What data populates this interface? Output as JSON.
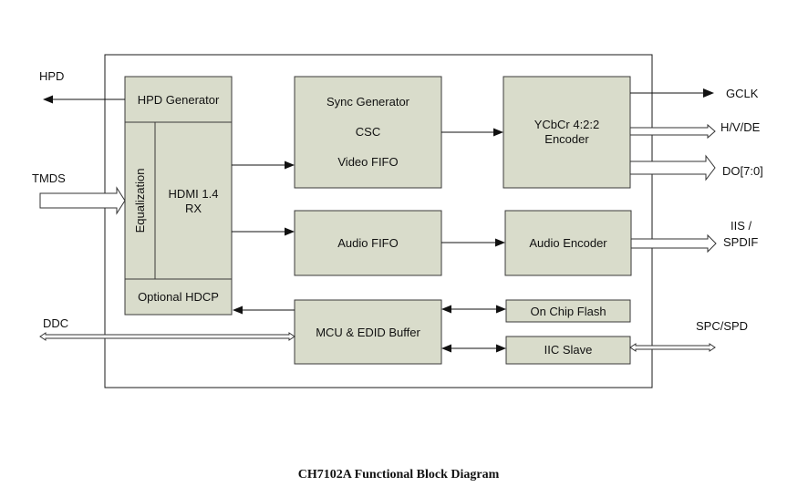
{
  "blocks": {
    "hpd_generator": "HPD Generator",
    "equalization": "Equalization",
    "hdmi_rx_line1": "HDMI 1.4",
    "hdmi_rx_line2": "RX",
    "optional_hdcp": "Optional HDCP",
    "sync_generator": "Sync Generator",
    "csc": "CSC",
    "video_fifo": "Video FIFO",
    "ycbcr_line1": "YCbCr 4:2:2",
    "ycbcr_line2": "Encoder",
    "audio_fifo": "Audio FIFO",
    "audio_encoder": "Audio Encoder",
    "mcu_edid": "MCU & EDID Buffer",
    "on_chip_flash": "On Chip Flash",
    "iic_slave": "IIC Slave"
  },
  "signals": {
    "hpd": "HPD",
    "tmds": "TMDS",
    "ddc": "DDC",
    "gclk": "GCLK",
    "hvde": "H/V/DE",
    "do": "DO[7:0]",
    "iis_line1": "IIS /",
    "iis_line2": "SPDIF",
    "spc_spd": "SPC/SPD"
  },
  "caption": "CH7102A Functional Block Diagram"
}
